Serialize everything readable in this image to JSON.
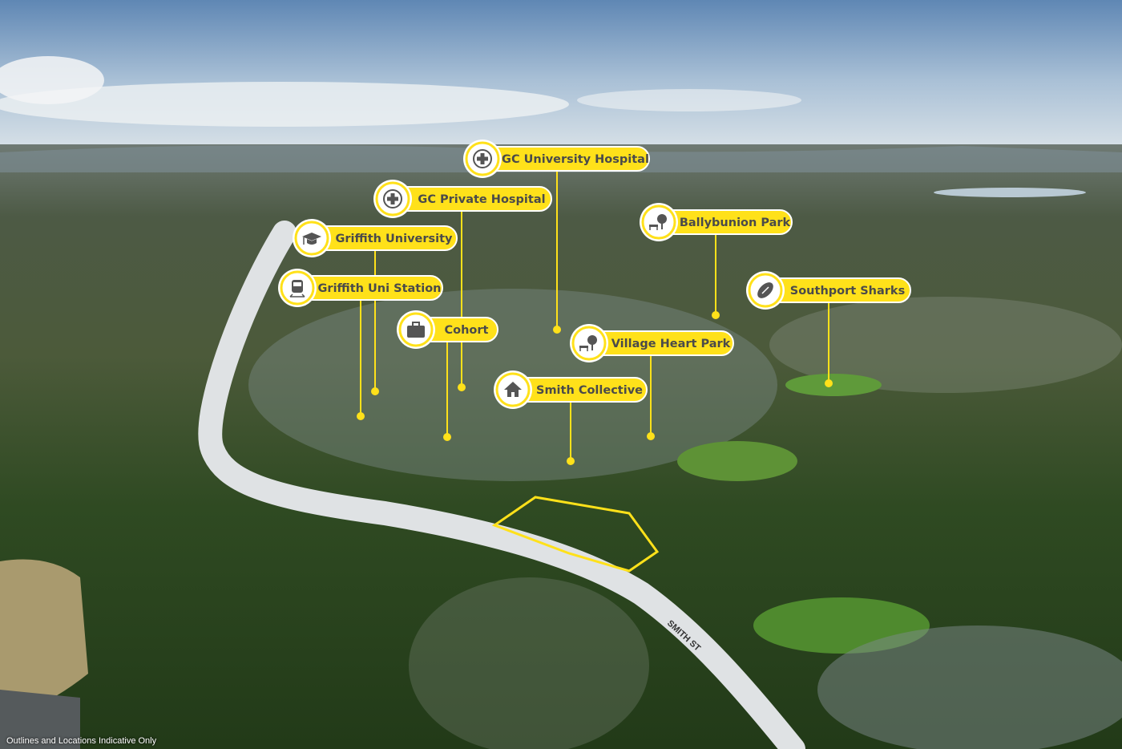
{
  "map": {
    "road_label": "SMITH ST",
    "disclaimer": "Outlines and Locations  Indicative Only",
    "accent_color": "#ffe11a",
    "markers": [
      {
        "label": "GC University Hospital",
        "icon": "hospital-cross-icon"
      },
      {
        "label": "GC Private Hospital",
        "icon": "hospital-cross-icon"
      },
      {
        "label": "Griffith University",
        "icon": "graduation-cap-icon"
      },
      {
        "label": "Griffith Uni Station",
        "icon": "train-icon"
      },
      {
        "label": "Cohort",
        "icon": "briefcase-icon"
      },
      {
        "label": "Village Heart Park",
        "icon": "park-bench-tree-icon"
      },
      {
        "label": "Smith Collective",
        "icon": "house-icon"
      },
      {
        "label": "Ballybunion Park",
        "icon": "park-bench-tree-icon"
      },
      {
        "label": "Southport Sharks",
        "icon": "football-icon"
      }
    ]
  }
}
